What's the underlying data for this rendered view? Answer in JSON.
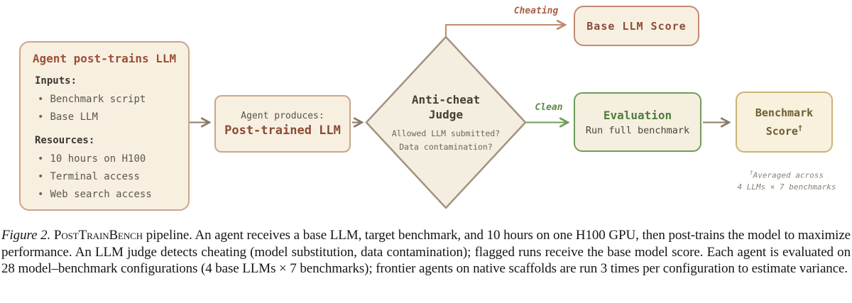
{
  "colors": {
    "box_fill": "#f7f0e1",
    "tan_border": "#c9a68a",
    "brick_text": "#9d4f38",
    "body_gray": "#5c574d",
    "diamond_border": "#a3927f",
    "arrow_brown": "#8b7a68",
    "terracotta_border": "#c28b73",
    "cheating_label": "#a85f49",
    "green_border": "#6f9c58",
    "clean_label": "#5d8a48",
    "gold_border": "#cbb377",
    "gold_text": "#6f5e30",
    "footnote_gray": "#8c8170"
  },
  "diagram": {
    "bullet": "•",
    "input_box": {
      "title": "Agent post-trains LLM",
      "inputs_heading": "Inputs:",
      "inputs_items": [
        "Benchmark script",
        "Base LLM"
      ],
      "resources_heading": "Resources:",
      "resources_items": [
        "10 hours on H100",
        "Terminal access",
        "Web search access"
      ]
    },
    "produce_box": {
      "label": "Agent produces:",
      "value": "Post-trained LLM"
    },
    "judge_diamond": {
      "title_line1": "Anti-cheat",
      "title_line2": "Judge",
      "question1": "Allowed LLM submitted?",
      "question2": "Data contamination?"
    },
    "cheating_label": "Cheating",
    "clean_label": "Clean",
    "base_score_box": {
      "label": "Base LLM Score"
    },
    "evaluation_box": {
      "title": "Evaluation",
      "subtitle": "Run full benchmark"
    },
    "benchmark_box": {
      "line1": "Benchmark",
      "line2": "Score",
      "dagger": "†"
    },
    "footnote": {
      "dagger": "†",
      "line1": "Averaged across",
      "line2": "4 LLMs × 7 benchmarks"
    }
  },
  "caption": {
    "figure_label": "Figure 2. ",
    "bench_name": "PostTrainBench",
    "body": " pipeline. An agent receives a base LLM, target benchmark, and 10 hours on one H100 GPU, then post-trains the model to maximize performance. An LLM judge detects cheating (model substitution, data contamination); flagged runs receive the base model score. Each agent is evaluated on 28 model–benchmark configurations (4 base LLMs × 7 benchmarks); frontier agents on native scaffolds are run 3 times per configuration to estimate variance."
  }
}
